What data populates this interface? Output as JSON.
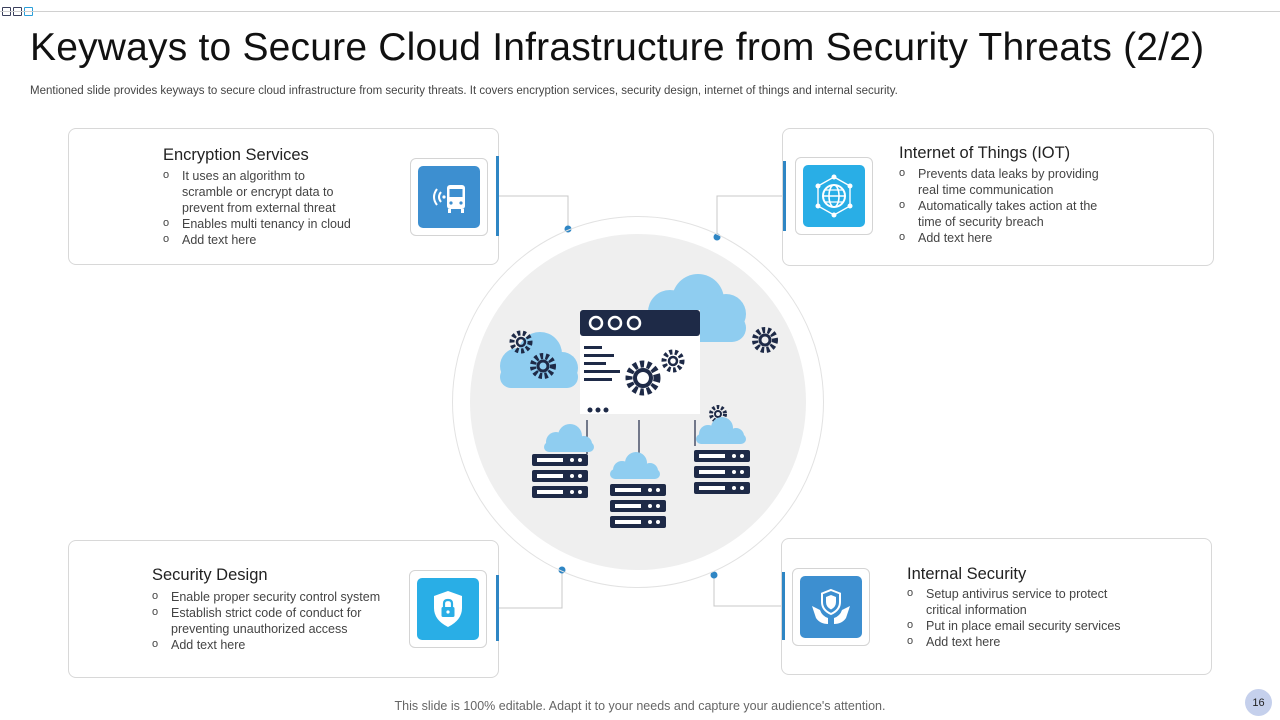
{
  "slide": {
    "title": "Keyways to Secure Cloud Infrastructure from Security Threats (2/2)",
    "subtitle": "Mentioned slide provides keyways to  secure cloud infrastructure from security threats. It covers encryption services, security design, internet of things and internal security.",
    "footer": "This slide is 100% editable. Adapt it to your needs and capture your audience's attention.",
    "page_number": "16"
  },
  "cards": {
    "encryption": {
      "title": "Encryption Services",
      "bullets": [
        "It uses an algorithm to scramble or encrypt data to prevent  from external threat",
        "Enables multi tenancy in cloud",
        "Add text here"
      ],
      "icon": "wireless-bus-icon"
    },
    "iot": {
      "title": "Internet of Things (IOT)",
      "bullets": [
        "Prevents  data leaks by providing real time communication",
        "Automatically takes action at the time of security breach",
        "Add text here"
      ],
      "icon": "globe-network-icon"
    },
    "design": {
      "title": "Security Design",
      "bullets": [
        "Enable  proper security control system",
        "Establish strict code  of conduct for preventing  unauthorized  access",
        "Add text here"
      ],
      "icon": "shield-lock-icon"
    },
    "internal": {
      "title": "Internal Security",
      "bullets": [
        "Setup antivirus  service  to protect critical information",
        "Put in place email security services",
        "Add text here"
      ],
      "icon": "hands-shield-icon"
    }
  },
  "colors": {
    "accent": "#2f86c4",
    "icon_blue": "#3d8fd0",
    "icon_light_blue": "#29aee6",
    "navy": "#1e2a47",
    "cloud": "#8fcdf0"
  },
  "center_icon": "cloud-server-infrastructure-icon"
}
